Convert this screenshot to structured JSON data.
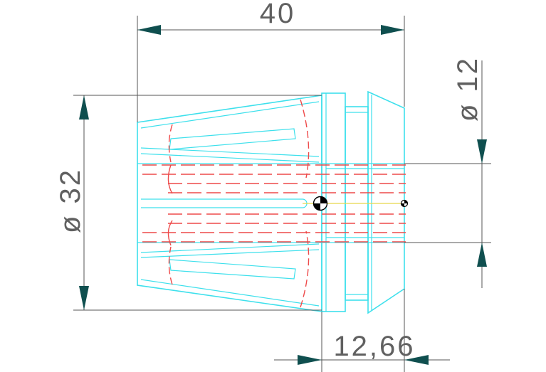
{
  "dimensions": {
    "length": "40",
    "diameter_large": "ø 32",
    "diameter_bore": "ø 12",
    "offset": "12,66"
  },
  "colors": {
    "outline": "#3ee0ec",
    "hidden_lines": "#ee4a4a",
    "dimension_lines": "#555555",
    "arrows": "#0f4f4f",
    "center_axis": "#e8d84a"
  },
  "icons": {
    "center_mark": "center-of-gravity-icon",
    "small_center_mark": "reference-point-icon"
  }
}
